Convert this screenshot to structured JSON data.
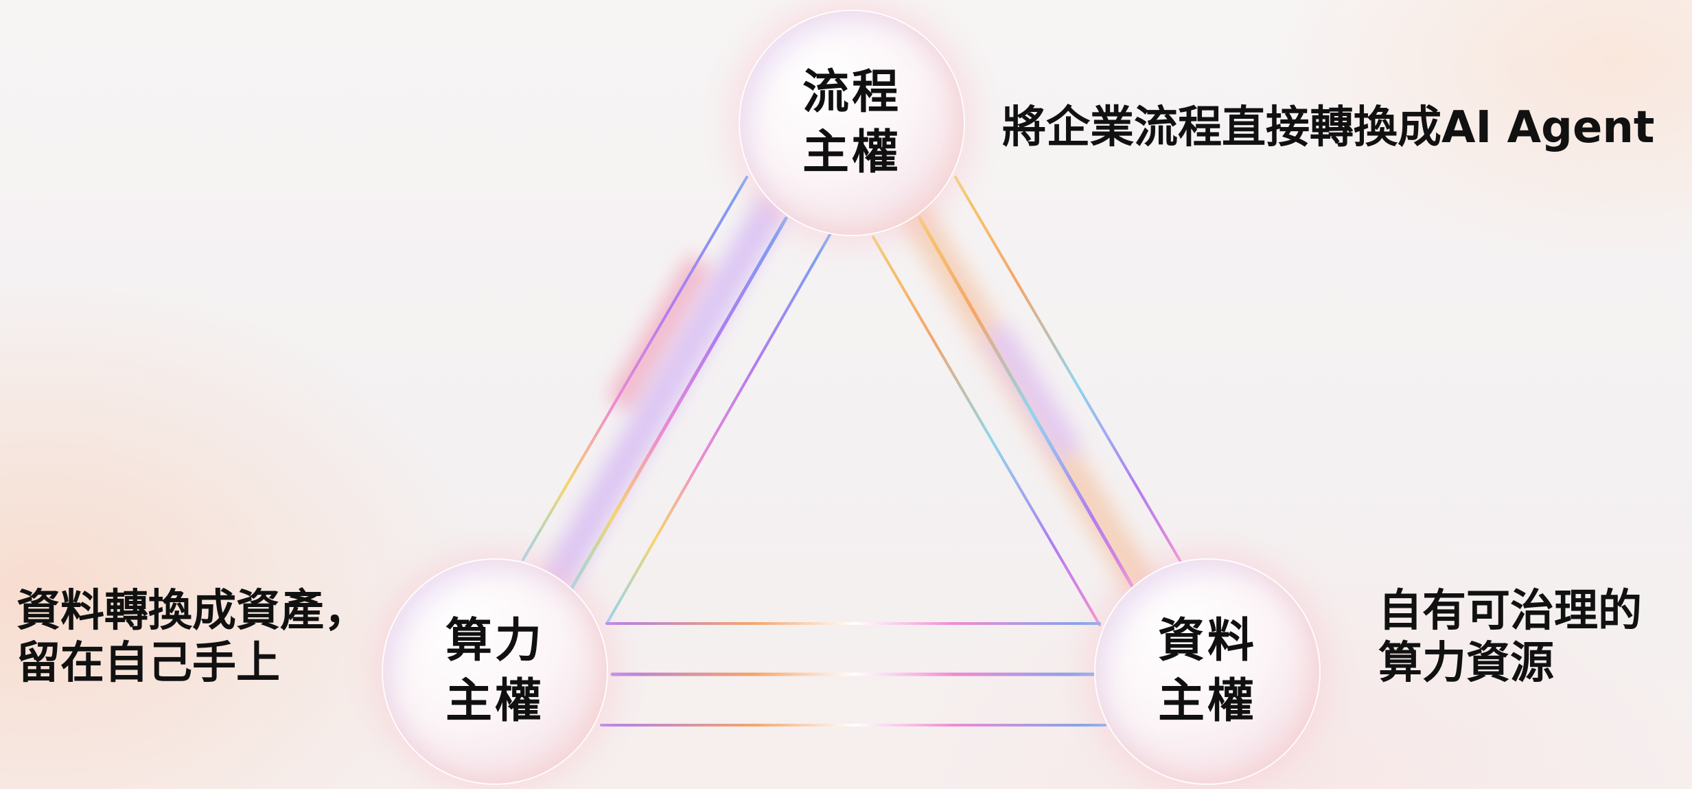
{
  "nodes": {
    "process": {
      "line1": "流程",
      "line2": "主權"
    },
    "compute": {
      "line1": "算力",
      "line2": "主權"
    },
    "data": {
      "line1": "資料",
      "line2": "主權"
    }
  },
  "captions": {
    "process": {
      "line1": "將企業流程直接轉換成AI Agent"
    },
    "compute": {
      "line1": "資料轉換成資產，",
      "line2": "留在自己手上"
    },
    "data": {
      "line1": "自有可治理的",
      "line2": "算力資源"
    }
  },
  "colors": {
    "blue": "#6fa8f2",
    "cyan": "#8fd6ee",
    "violet": "#b07cf2",
    "pink": "#f08ad2",
    "orange": "#f5a56a",
    "yellow": "#f6d56a"
  }
}
